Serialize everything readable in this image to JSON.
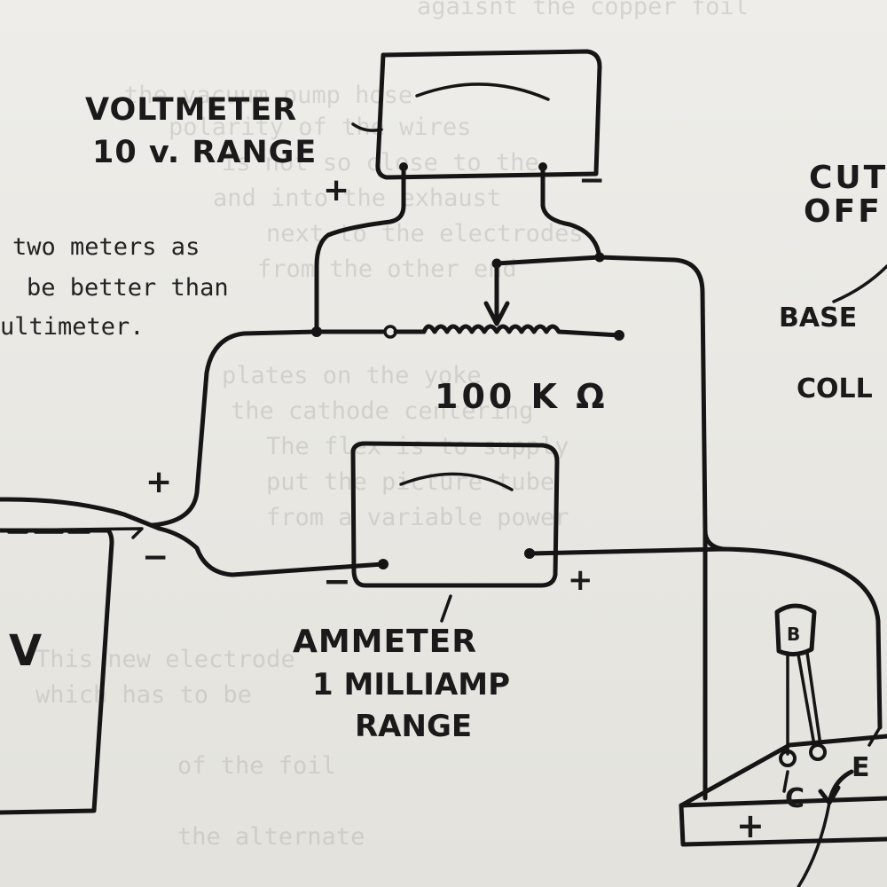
{
  "typed_note": {
    "line1": "two meters as",
    "line2": "be better than",
    "line3": "ultimeter."
  },
  "labels": {
    "voltmeter_line1": "VOLTMETER",
    "voltmeter_line2": "10 v. RANGE",
    "resistor": "100 K Ω",
    "ammeter_line1": "AMMETER",
    "ammeter_line2": "1 MILLIAMP",
    "ammeter_line3": "RANGE",
    "cut_off_line1": "CUT",
    "cut_off_line2": "OFF",
    "base": "BASE",
    "collector": "COLL",
    "battery_value": "V",
    "transistor_b": "B",
    "transistor_c": "C",
    "transistor_e": "E"
  },
  "polarity": {
    "voltmeter_plus": "+",
    "voltmeter_minus": "−",
    "battery_plus": "+",
    "battery_minus": "−",
    "ammeter_minus": "−",
    "ammeter_plus": "+",
    "board_plus": "+"
  }
}
